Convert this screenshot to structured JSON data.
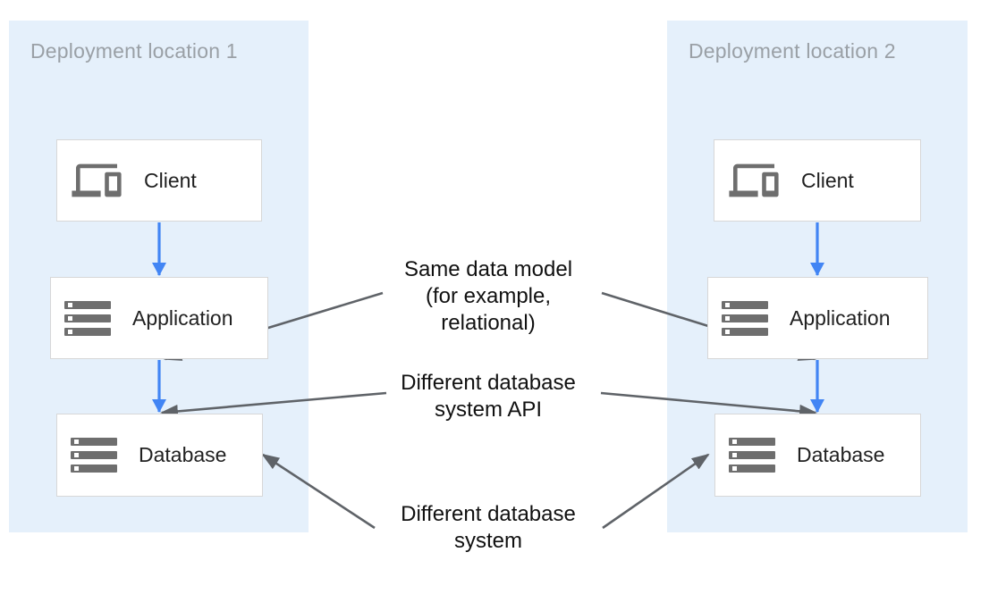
{
  "panels": [
    {
      "title": "Deployment location 1"
    },
    {
      "title": "Deployment location 2"
    }
  ],
  "nodes": {
    "left": {
      "client": "Client",
      "application": "Application",
      "database": "Database"
    },
    "right": {
      "client": "Client",
      "application": "Application",
      "database": "Database"
    }
  },
  "annotations": [
    {
      "lines": [
        "Same data model",
        "(for example,",
        "relational)"
      ]
    },
    {
      "lines": [
        "Different database",
        "system API"
      ]
    },
    {
      "lines": [
        "Different database",
        "system"
      ]
    }
  ],
  "icons": {
    "client": "devices-icon",
    "application": "server-stack-icon",
    "database": "server-stack-icon"
  },
  "colors": {
    "panel_bg": "#e5f0fb",
    "flow_arrow_blue": "#4285f4",
    "annotation_arrow_gray": "#5f6368",
    "node_border": "#d7d7d7",
    "icon_gray": "#6e6e6e",
    "panel_title_gray": "#9aa0a6",
    "node_text": "#212121",
    "annotation_text": "#111111"
  }
}
